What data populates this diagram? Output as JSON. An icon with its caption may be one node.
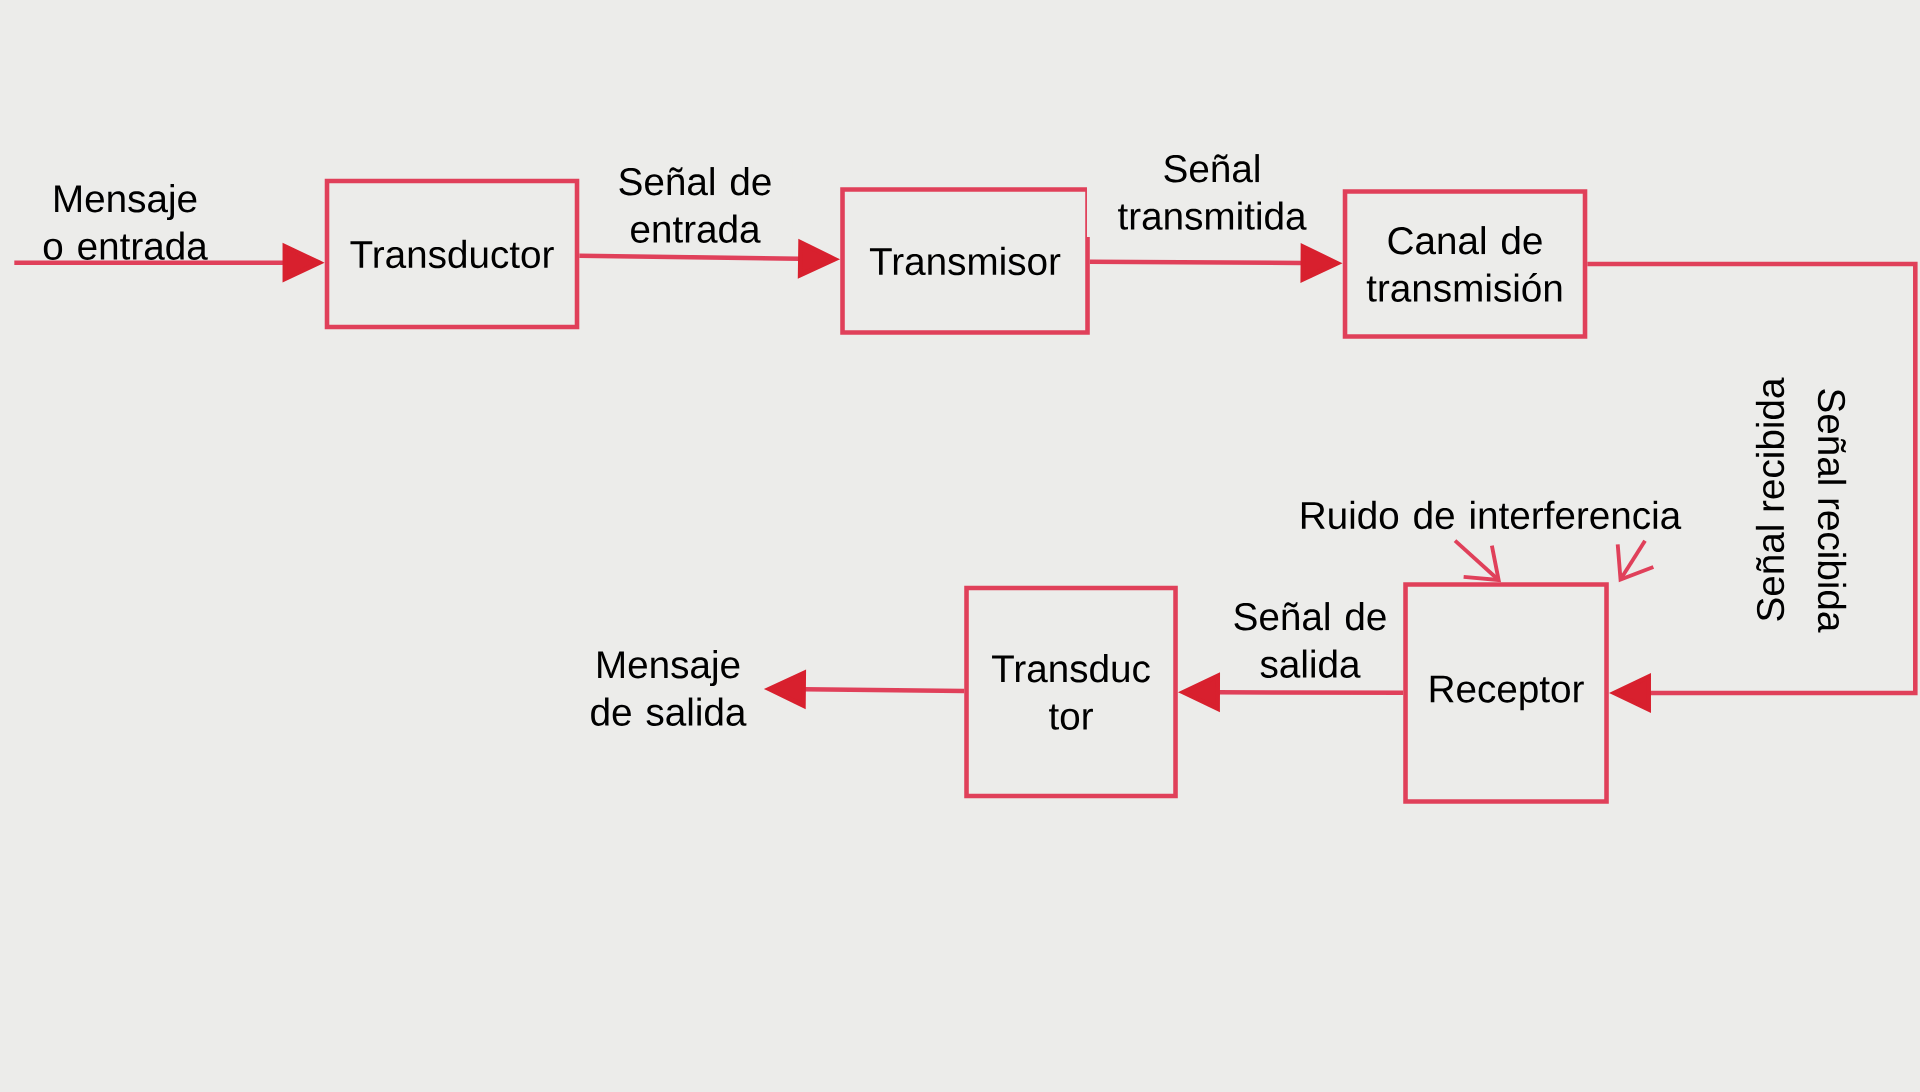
{
  "diagram": {
    "nodes": [
      {
        "text": [
          "Mensaje o entrada"
        ]
      },
      {
        "text": [
          "Transductor"
        ]
      },
      {
        "text": [
          "Transmisor"
        ]
      },
      {
        "text": [
          "Canal de transmisión"
        ]
      },
      {
        "text": [
          "Receptor"
        ]
      },
      {
        "text": [
          "Transduc tor"
        ]
      },
      {
        "text": [
          "Mensaje de salida"
        ]
      },
      {
        "text": [
          "Ruido de interferencia"
        ]
      }
    ],
    "edges": [
      {
        "from": 0,
        "to": 1,
        "arrow": "to"
      },
      {
        "from": 1,
        "to": 2,
        "arrow": "to",
        "label": "Señal de entrada"
      },
      {
        "from": 2,
        "to": 3,
        "arrow": "to",
        "label": "Señal transmitida"
      },
      {
        "from": 3,
        "to": 4,
        "arrow": "to",
        "label": "Señal recibida"
      },
      {
        "from": 4,
        "to": 5,
        "arrow": "to",
        "label": "Señal de salida"
      },
      {
        "from": 5,
        "to": 6,
        "arrow": "to"
      },
      {
        "from": 7,
        "to": 4,
        "arrow": "to"
      },
      {
        "from": 7,
        "to": 4,
        "arrow": "to"
      }
    ],
    "labels": [
      "Señal recibida"
    ]
  }
}
